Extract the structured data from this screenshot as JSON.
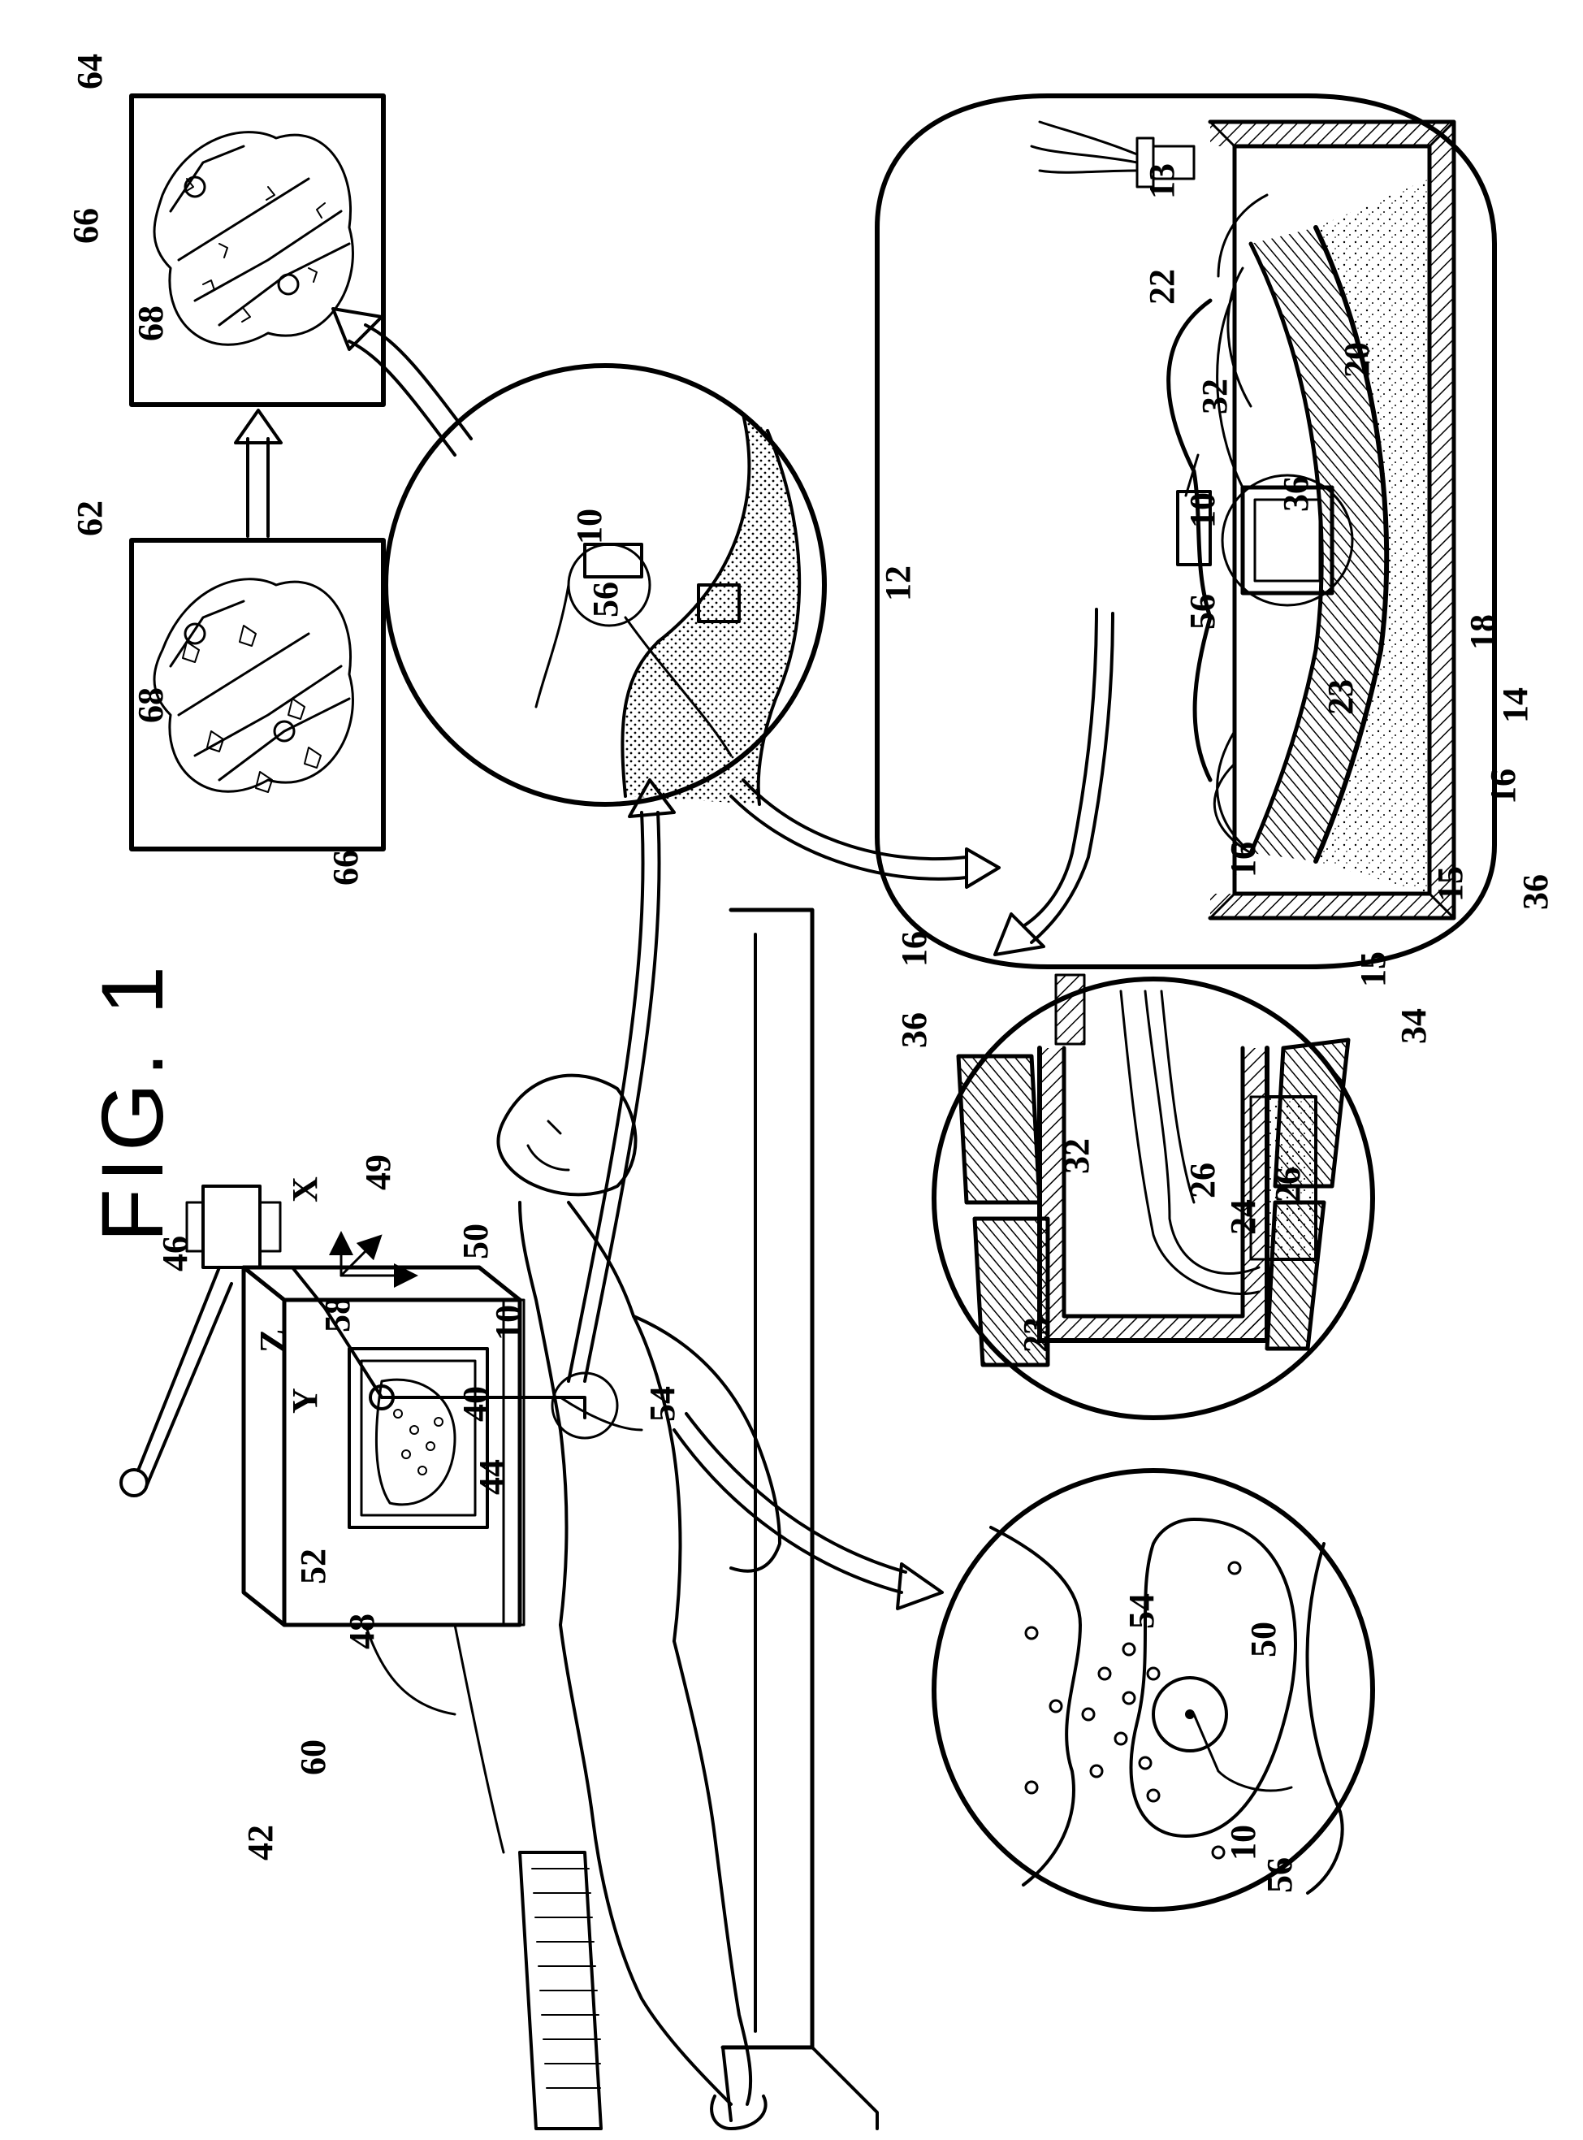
{
  "figure": {
    "title": "FIG. 1"
  },
  "axes": {
    "x": "X",
    "y": "Y",
    "z": "Z"
  },
  "labels": {
    "n10a": "10",
    "n10b": "10",
    "n10c": "10",
    "n10d": "10",
    "n12": "12",
    "n13": "13",
    "n14": "14",
    "n15a": "15",
    "n15b": "15",
    "n16a": "16",
    "n16b": "16",
    "n16c": "16",
    "n18": "18",
    "n20": "20",
    "n22": "22",
    "n23a": "23",
    "n23b": "23",
    "n24": "24",
    "n26a": "26",
    "n26b": "26",
    "n32a": "32",
    "n32b": "32",
    "n34": "34",
    "n36a": "36",
    "n36b": "36",
    "n36c": "36",
    "n40": "40",
    "n42": "42",
    "n44": "44",
    "n46": "46",
    "n48": "48",
    "n49": "49",
    "n50a": "50",
    "n50b": "50",
    "n52": "52",
    "n54a": "54",
    "n54b": "54",
    "n56a": "56",
    "n56b": "56",
    "n56c": "56",
    "n58": "58",
    "n60": "60",
    "n62": "62",
    "n64": "64",
    "n66a": "66",
    "n66b": "66",
    "n68a": "68",
    "n68b": "68"
  }
}
